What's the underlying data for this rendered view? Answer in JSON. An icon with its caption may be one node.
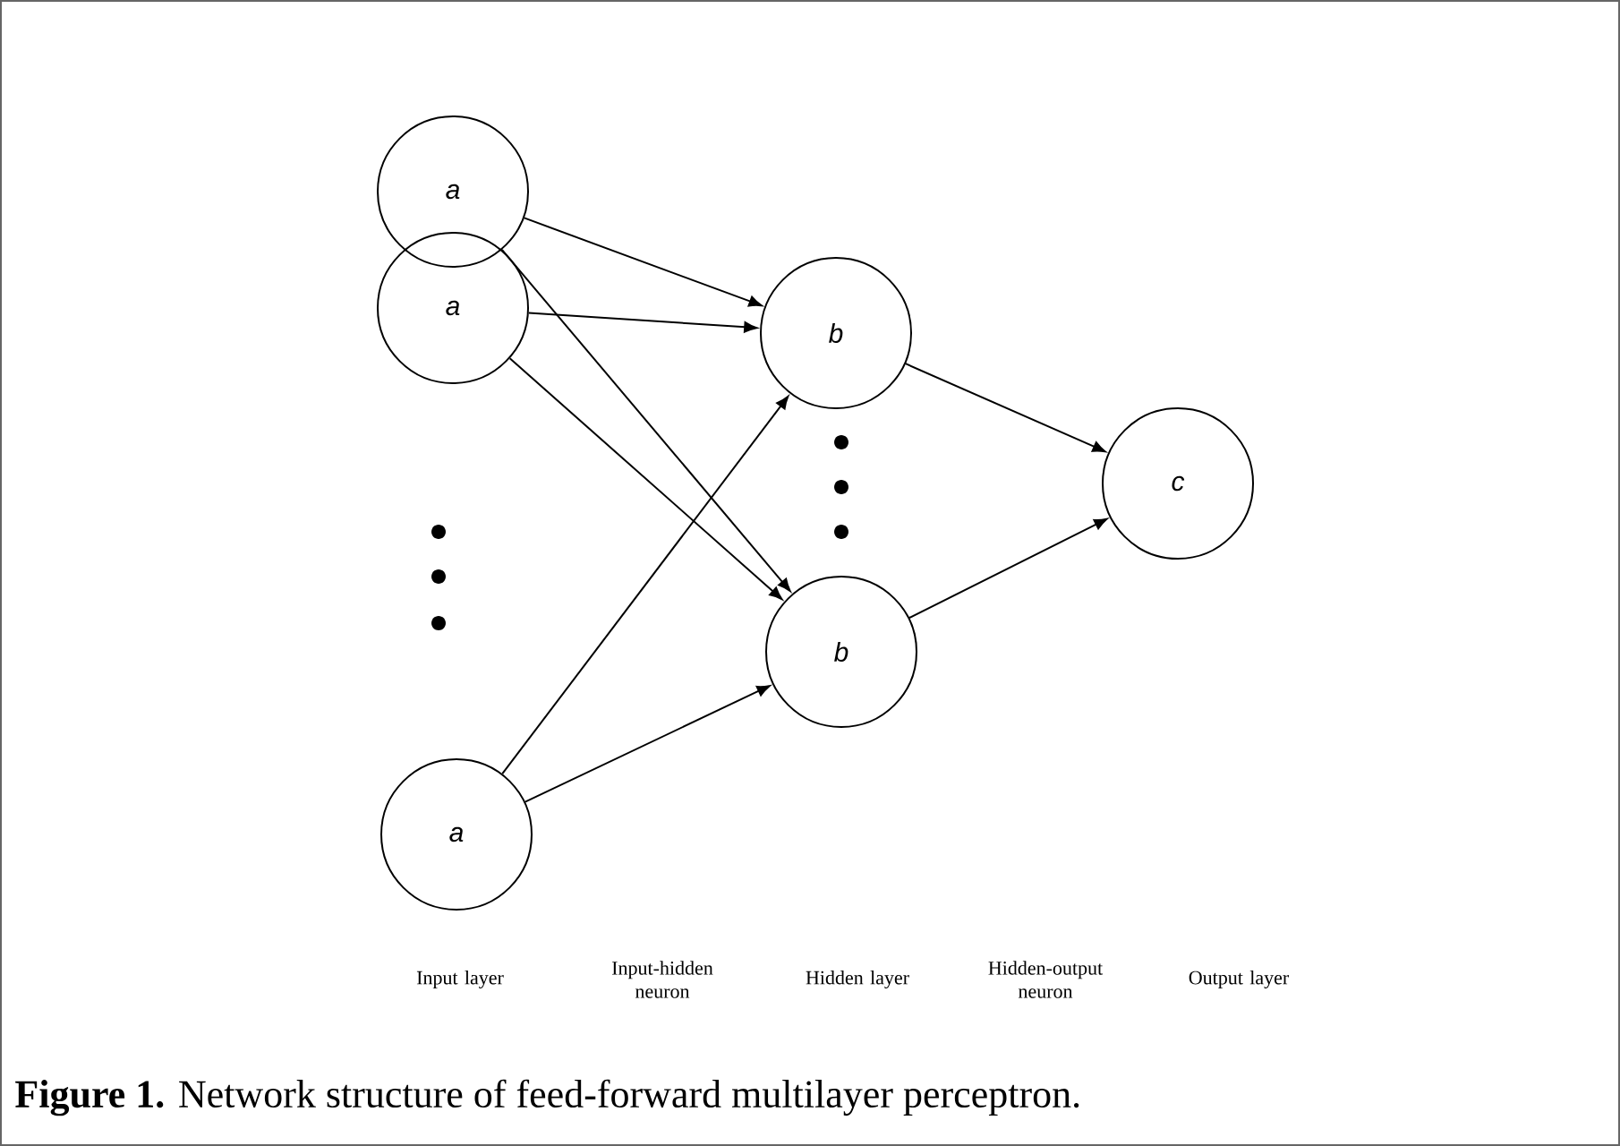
{
  "diagram": {
    "caption": "**Figure 1.** Network structure of feed-forward multilayer perceptron.",
    "nodes": [
      {
        "text": [
          "a"
        ]
      },
      {
        "text": [
          "a"
        ]
      },
      {
        "text": [
          "a"
        ]
      },
      {
        "text": [
          "b"
        ]
      },
      {
        "text": [
          "b"
        ]
      },
      {
        "text": [
          "c"
        ]
      }
    ],
    "edges": [
      {
        "from": 0,
        "to": 3,
        "arrow": "to"
      },
      {
        "from": 0,
        "to": 4,
        "arrow": "to"
      },
      {
        "from": 1,
        "to": 3,
        "arrow": "to"
      },
      {
        "from": 1,
        "to": 4,
        "arrow": "to"
      },
      {
        "from": 2,
        "to": 3,
        "arrow": "to"
      },
      {
        "from": 2,
        "to": 4,
        "arrow": "to"
      },
      {
        "from": 3,
        "to": 5,
        "arrow": "to"
      },
      {
        "from": 4,
        "to": 5,
        "arrow": "to"
      }
    ],
    "labels": [
      "Input layer",
      "Input-hidden neuron",
      "Hidden layer",
      "Hidden-output neuron",
      "Output layer"
    ]
  }
}
